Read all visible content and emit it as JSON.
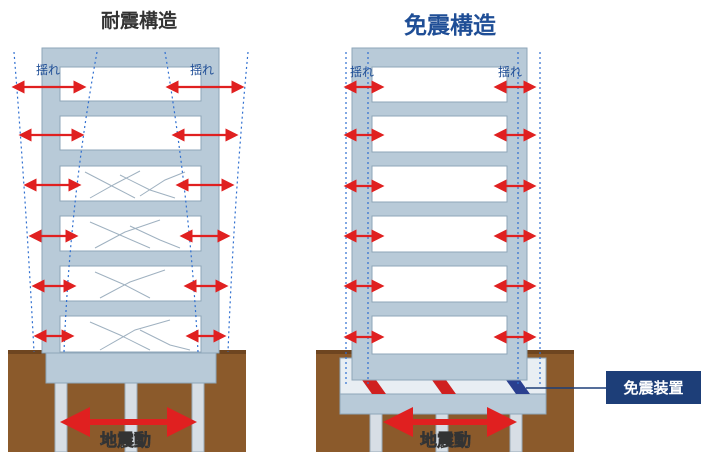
{
  "left_diagram": {
    "title": "耐震構造",
    "sway_label": "揺れ",
    "ground_motion_label": "地震動"
  },
  "right_diagram": {
    "title": "免震構造",
    "sway_label": "揺れ",
    "ground_motion_label": "地震動",
    "device_label": "免震装置"
  },
  "colors": {
    "right_title": "#1f4e96",
    "left_title": "#333333",
    "building_frame": "#b8cad8",
    "building_frame_edge": "#8ea6b9",
    "window": "#ffffff",
    "soil": "#8b5a2b",
    "soil_dark": "#6e4520",
    "arrow": "#e02020",
    "dotted_line": "#2f6fd0",
    "callout_bg": "#1d3e78"
  }
}
